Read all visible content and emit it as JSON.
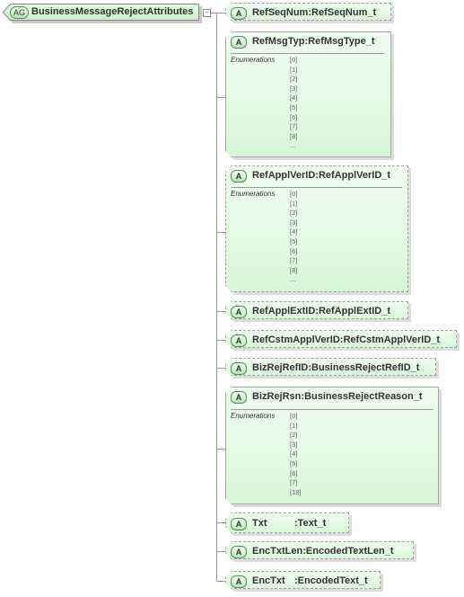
{
  "root": {
    "badge": "AG",
    "name": "BusinessMessageRejectAttributes",
    "expander": "−"
  },
  "attributes": [
    {
      "badge": "A",
      "name": "RefSeqNum",
      "sep": " : ",
      "type": "RefSeqNum_t"
    },
    {
      "badge": "A",
      "name": "RefMsgTyp",
      "sep": " : ",
      "type": "RefMsgType_t",
      "enum_title": "Enumerations",
      "enums": [
        "[0]",
        "[1]",
        "[2]",
        "[3]",
        "[4]",
        "[5]",
        "[6]",
        "[7]",
        "[8]",
        "..."
      ]
    },
    {
      "badge": "A",
      "name": "RefApplVerID",
      "sep": " : ",
      "type": "RefApplVerID_t",
      "enum_title": "Enumerations",
      "enums": [
        "[0]",
        "[1]",
        "[2]",
        "[3]",
        "[4]",
        "[5]",
        "[6]",
        "[7]",
        "[8]",
        "..."
      ]
    },
    {
      "badge": "A",
      "name": "RefApplExtID",
      "sep": " : ",
      "type": "RefApplExtID_t"
    },
    {
      "badge": "A",
      "name": "RefCstmApplVerID",
      "sep": " : ",
      "type": "RefCstmApplVerID_t"
    },
    {
      "badge": "A",
      "name": "BizRejRefID",
      "sep": " : ",
      "type": "BusinessRejectRefID_t"
    },
    {
      "badge": "A",
      "name": "BizRejRsn",
      "sep": " : ",
      "type": "BusinessRejectReason_t",
      "enum_title": "Enumerations",
      "enums": [
        "[0]",
        "[1]",
        "[2]",
        "[3]",
        "[4]",
        "[5]",
        "[6]",
        "[7]",
        "[18]"
      ]
    },
    {
      "badge": "A",
      "name": "Txt",
      "sep": " : ",
      "type": "Text_t"
    },
    {
      "badge": "A",
      "name": "EncTxtLen",
      "sep": " : ",
      "type": "EncodedTextLen_t"
    },
    {
      "badge": "A",
      "name": "EncTxt",
      "sep": " : ",
      "type": "EncodedText_t"
    }
  ]
}
